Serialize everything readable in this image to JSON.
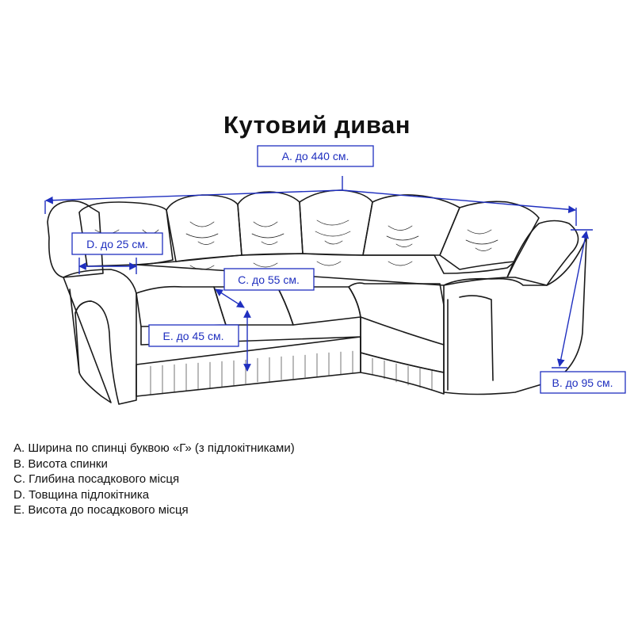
{
  "title": "Кутовий диван",
  "dimension_labels": {
    "A": "A. до 440 см.",
    "B": "B. до 95 см.",
    "C": "C. до 55 см.",
    "D": "D. до 25 см.",
    "E": "E. до 45 см."
  },
  "legend": [
    "A. Ширина по спинці буквою «Г» (з підлокітниками)",
    "B. Висота спинки",
    "C. Глибина посадкового місця",
    "D. Товщина підлокітника",
    "E. Висота до посадкового місця"
  ],
  "colors": {
    "outline": "#1a1a1a",
    "dimension": "#1f2fbf",
    "background": "#ffffff"
  }
}
